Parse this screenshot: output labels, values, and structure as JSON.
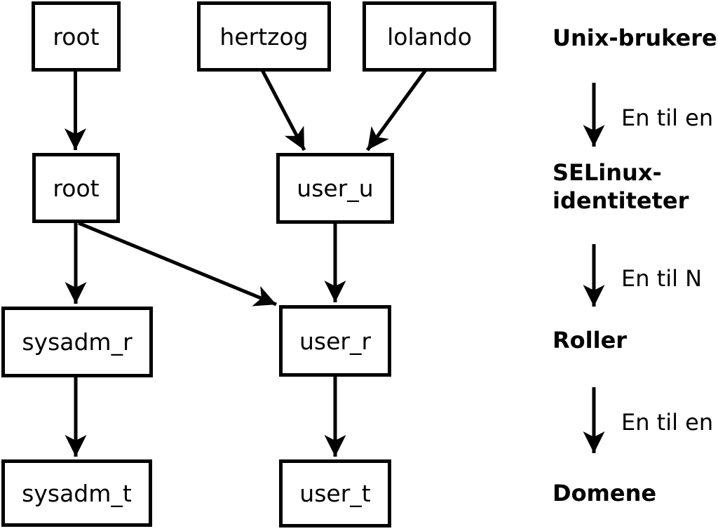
{
  "diagram": {
    "unix_users": [
      {
        "label": "root"
      },
      {
        "label": "hertzog"
      },
      {
        "label": "lolando"
      }
    ],
    "selinux_identities": [
      {
        "label": "root"
      },
      {
        "label": "user_u"
      }
    ],
    "roles": [
      {
        "label": "sysadm_r"
      },
      {
        "label": "user_r"
      }
    ],
    "domains": [
      {
        "label": "sysadm_t"
      },
      {
        "label": "user_t"
      }
    ]
  },
  "legend": {
    "unix_users_label": "Unix-brukere",
    "mapping_unix_to_selinux": "En til en",
    "selinux_label_line1": "SELinux-",
    "selinux_label_line2": "identiteter",
    "mapping_selinux_to_roles": "En til N",
    "roles_label": "Roller",
    "mapping_roles_to_domains": "En til en",
    "domains_label": "Domene"
  },
  "colors": {
    "foreground": "#000000",
    "background": "#ffffff"
  }
}
